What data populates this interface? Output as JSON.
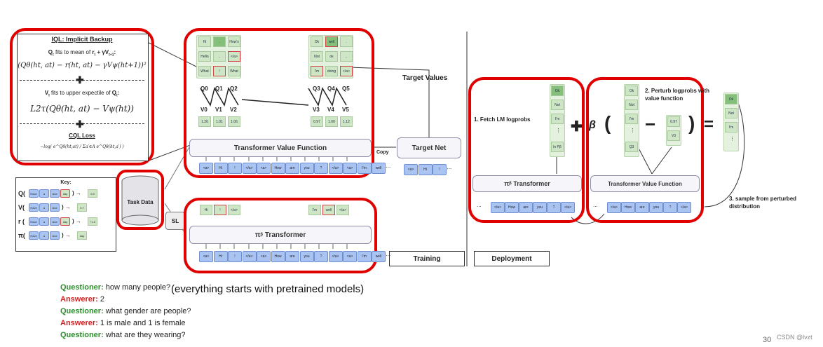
{
  "iql": {
    "title": "IQL: Implicit Backup",
    "q_label": "Q",
    "q_sub": "t",
    "q_caption": "fits to mean of",
    "q_target": "r",
    "q_target_sub": "t",
    "q_target_rest": "+ γV",
    "q_target_rest_sub": "t+1",
    "q_formula": "(Qθ(ht, at) − r(ht, at) − γVψ(ht+1))²",
    "v_label": "V",
    "v_sub": "t",
    "v_caption": "fits to upper expectile of",
    "v_target": "Q",
    "v_target_sub": "t",
    "v_formula": "L2τ(Qθ(ht, at) − Vψ(ht))",
    "cql_title": "CQL Loss",
    "cql_formula": "−log( e^Qθ(ht,at) / Σa′∈A e^Qθ(ht,a′) )"
  },
  "key": {
    "title": "Key:",
    "rows": [
      {
        "label": "Q(",
        "tokens": [
          "Have",
          "a",
          "nice"
        ],
        "action": "day",
        "value": "0.9"
      },
      {
        "label": "V(",
        "tokens": [
          "Have",
          "a",
          "nice"
        ],
        "action": "",
        "value": "0.7"
      },
      {
        "label": "r (",
        "tokens": [
          "Have",
          "a",
          "nice"
        ],
        "action": "day",
        "value": "+1.0"
      },
      {
        "label": "π(",
        "tokens": [
          "Have",
          "a",
          "nice"
        ],
        "action": "",
        "value": "day"
      }
    ]
  },
  "task_data": "Task Data",
  "sl": "SL",
  "copy": "Copy",
  "target_values": "Target Values",
  "target_net": "Target Net",
  "transformer_value_function": "Transformer Value Function",
  "pi_transformer": "π",
  "pi_sub": "β",
  "pi_transformer_rest": "Transformer",
  "training": "Training",
  "deployment": "Deployment",
  "tokens_left": [
    "<a>",
    "Hi",
    "!",
    "</a>",
    "<a>",
    "How",
    "are",
    "you",
    "?",
    "</a>",
    "<a>",
    "I'm",
    "well",
    "..."
  ],
  "target_tokens": [
    "<a>",
    "Hi",
    "!",
    "..."
  ],
  "vocab_left": [
    [
      "Hi",
      ".",
      "How's"
    ],
    [
      "Hello",
      ",",
      "</a>"
    ],
    [
      "What",
      "!",
      "What"
    ]
  ],
  "vocab_right": [
    [
      "Ok",
      "well",
      "."
    ],
    [
      "Not",
      "ok",
      ","
    ],
    [
      "I'm",
      "doing",
      "</a>"
    ]
  ],
  "q_labels_left": [
    "Q0",
    "Q1",
    "Q2"
  ],
  "v_labels_left": [
    "V0",
    "V1",
    "V2"
  ],
  "v_values_left": [
    "1.26",
    "1.01",
    "1.06"
  ],
  "q_labels_right": [
    "Q3",
    "Q4",
    "Q5"
  ],
  "v_labels_right": [
    "V3",
    "V4",
    "V5"
  ],
  "v_values_right": [
    "0.97",
    "1.00",
    "1.12"
  ],
  "pi_out_left": [
    "Hi",
    "!",
    "</a>"
  ],
  "pi_out_right": [
    "I'm",
    "well",
    "</a>"
  ],
  "deploy": {
    "step1": "1. Fetch LM logprobs",
    "step2": "2. Perturb logprobs with value function",
    "step3": "3. sample from perturbed distribution",
    "beta": "β",
    "plus": "✚",
    "minus": "−",
    "eq": "=",
    "paren_open": "(",
    "paren_close": ")",
    "logprob_items": [
      "Ok",
      "Not",
      "I'm",
      "⋮",
      "ln Pβ"
    ],
    "q_items": [
      "Ok",
      "Not",
      "I'm",
      "⋮",
      "Q3"
    ],
    "v_items": [
      "0.97",
      "V3"
    ],
    "out_items": [
      "Ok",
      "Not",
      "I'm",
      "⋮"
    ],
    "tokens": [
      "...",
      "</a>",
      "How",
      "are",
      "you",
      "?",
      "</a>"
    ],
    "pi_label": "π",
    "pi_sub": "β",
    "pi_rest": "Transformer",
    "tvf": "Transformer Value Function"
  },
  "dialog": [
    {
      "who": "Questioner:",
      "text": "how many people?",
      "role": "q"
    },
    {
      "who": "Answerer:",
      "text": "2",
      "role": "a"
    },
    {
      "who": "Questioner:",
      "text": "what gender are people?",
      "role": "q"
    },
    {
      "who": "Answerer:",
      "text": "1 is male and 1 is female",
      "role": "a"
    },
    {
      "who": "Questioner:",
      "text": "what are they wearing?",
      "role": "q"
    }
  ],
  "overlay_note": "(everything starts with pretrained models)",
  "page_number": "30",
  "watermark": "CSDN @lvzt"
}
